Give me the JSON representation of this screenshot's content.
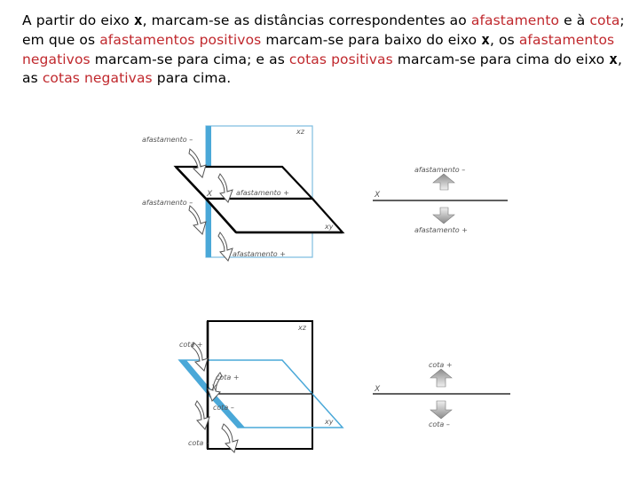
{
  "paragraph": {
    "t1": "A partir do eixo ",
    "axis1": "x",
    "t2": ", marcam-se as distâncias correspondentes ao ",
    "r1": "afastamento",
    "t3": " e à ",
    "r2": "cota",
    "t4": "; em que  os ",
    "r3": "afastamentos positivos",
    "t5": " marcam-se para baixo do eixo ",
    "axis2": "x",
    "t6": ", os ",
    "r4": "afastamentos negativos",
    "t7": " marcam-se para cima; e as ",
    "r5": "cotas positivas",
    "t8": " marcam-se para cima do eixo ",
    "axis3": "x",
    "t9": ", as ",
    "r6": "cotas negativas",
    "t10": " para cima."
  },
  "colors": {
    "highlight": "#c0282d",
    "plane_blue": "#4aa8d8",
    "arrow_gray": "#8a8a8a"
  },
  "figure_top": {
    "xz": "xz",
    "xy": "xy",
    "x_axis": "X",
    "afast_neg_upper": "afastamento  –",
    "afast_neg_mid": "afastamento  –",
    "afast_pos_mid": "afastamento  +",
    "afast_pos_low": "afastamento  +",
    "right_x": "X",
    "right_top": "afastamento  –",
    "right_bottom": "afastamento  +"
  },
  "figure_bottom": {
    "xz": "xz",
    "xy": "xy",
    "x_axis": "X",
    "cota_pos_left": "cota  +",
    "cota_pos_mid": "cota  +",
    "cota_neg_mid": "cota  –",
    "cota_neg_low": "cota  –",
    "right_x": "X",
    "right_top": "cota  +",
    "right_bottom": "cota  –"
  }
}
